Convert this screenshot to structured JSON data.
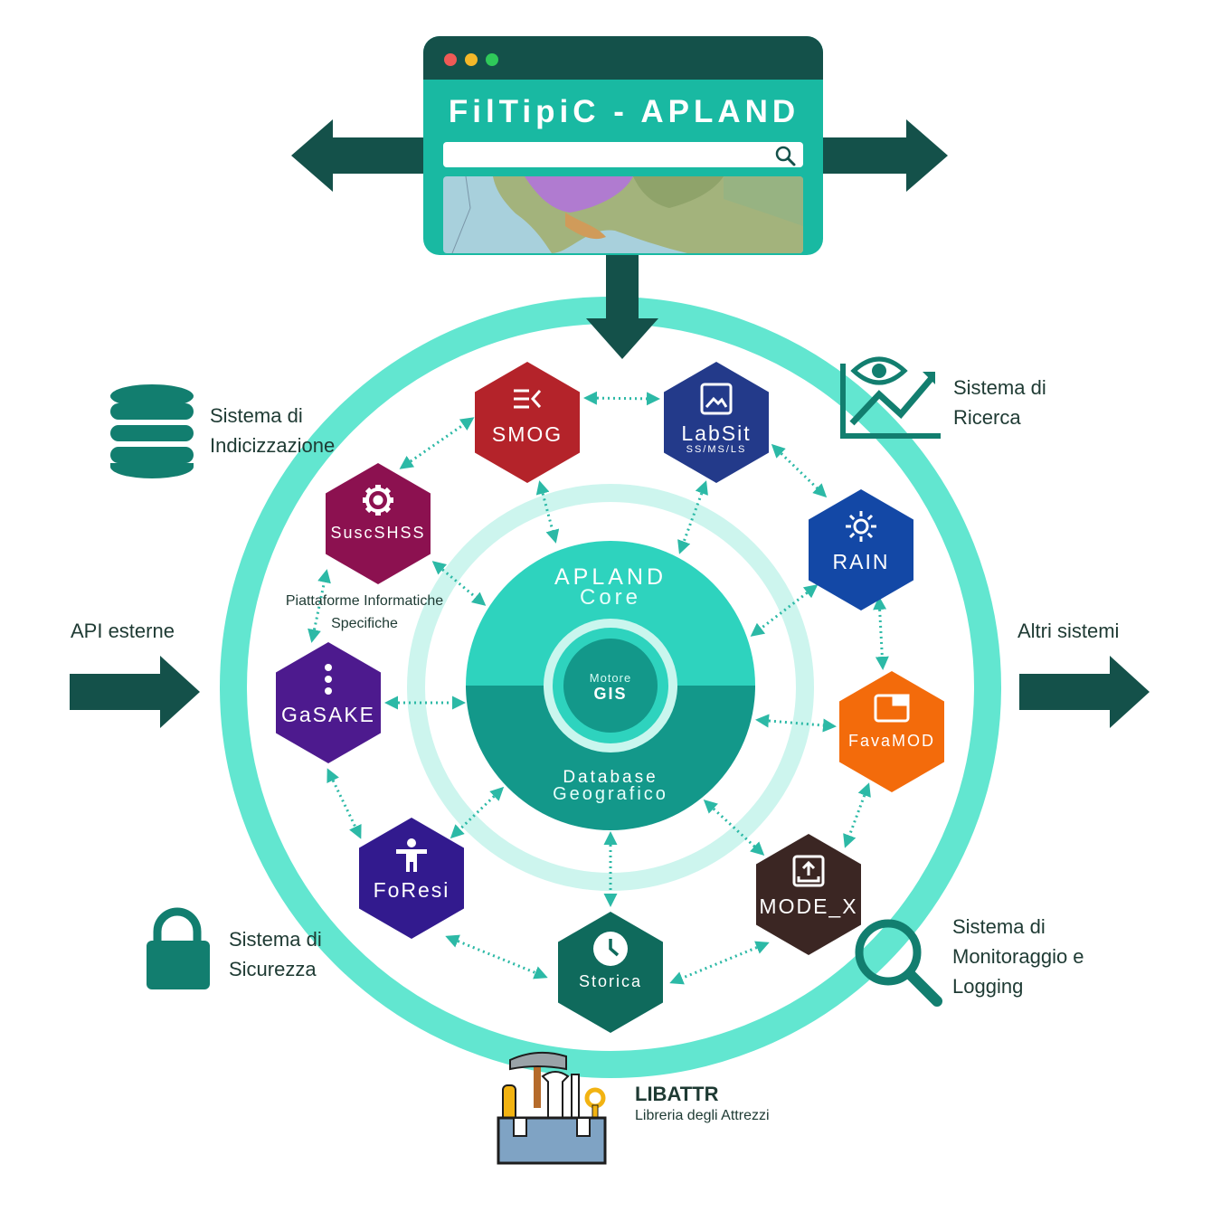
{
  "app": {
    "title": "FilTipiC - APLAND",
    "search_placeholder": ""
  },
  "core": {
    "title": "APLAND",
    "subtitle": "Core",
    "engine_line1": "Motore",
    "engine_line2": "GIS",
    "db_line1": "Database",
    "db_line2": "Geografico"
  },
  "modules": [
    {
      "id": "smog",
      "label": "SMOG",
      "sub": "",
      "color": "#b4232a",
      "icon": "list-back-icon"
    },
    {
      "id": "labsit",
      "label": "LabSit",
      "sub": "SS/MS/LS",
      "color": "#233a8a",
      "icon": "image-icon"
    },
    {
      "id": "rain",
      "label": "RAIN",
      "sub": "",
      "color": "#1348a6",
      "icon": "sun-icon"
    },
    {
      "id": "favamod",
      "label": "FavaMOD",
      "sub": "",
      "color": "#f36b0b",
      "icon": "window-icon"
    },
    {
      "id": "mode-x",
      "label": "MODE_X",
      "sub": "",
      "color": "#3b2623",
      "icon": "upload-icon"
    },
    {
      "id": "storica",
      "label": "Storica",
      "sub": "",
      "color": "#0f6a5c",
      "icon": "clock-icon"
    },
    {
      "id": "foresi",
      "label": "FoResi",
      "sub": "",
      "color": "#321a8e",
      "icon": "person-icon"
    },
    {
      "id": "gasake",
      "label": "GaSAKE",
      "sub": "",
      "color": "#4d1a8e",
      "icon": "dots-vertical-icon"
    },
    {
      "id": "suscshss",
      "label": "SuscSHSS",
      "sub": "",
      "color": "#8c1150",
      "icon": "gear-icon"
    }
  ],
  "labels": {
    "indicizzazione": [
      "Sistema di",
      "Indicizzazione"
    ],
    "ricerca": [
      "Sistema di",
      "Ricerca"
    ],
    "api_esterne": "API esterne",
    "altri_sistemi": "Altri sistemi",
    "piattaforme": [
      "Piattaforme Informatiche",
      "Specifiche"
    ],
    "sicurezza": [
      "Sistema di",
      "Sicurezza"
    ],
    "monitoraggio": [
      "Sistema di",
      "Monitoraggio e",
      "Logging"
    ],
    "libattr_title": "LIBATTR",
    "libattr_sub": "Libreria degli Attrezzi"
  },
  "colors": {
    "dark_teal": "#14514a",
    "ring": "#62e6d0",
    "ring_light": "#cdf5ee",
    "core_top": "#2ed3be",
    "core_bottom": "#13988a",
    "browser": "#19b9a2",
    "icon_teal": "#127e6f",
    "connector": "#2cb9a6"
  }
}
